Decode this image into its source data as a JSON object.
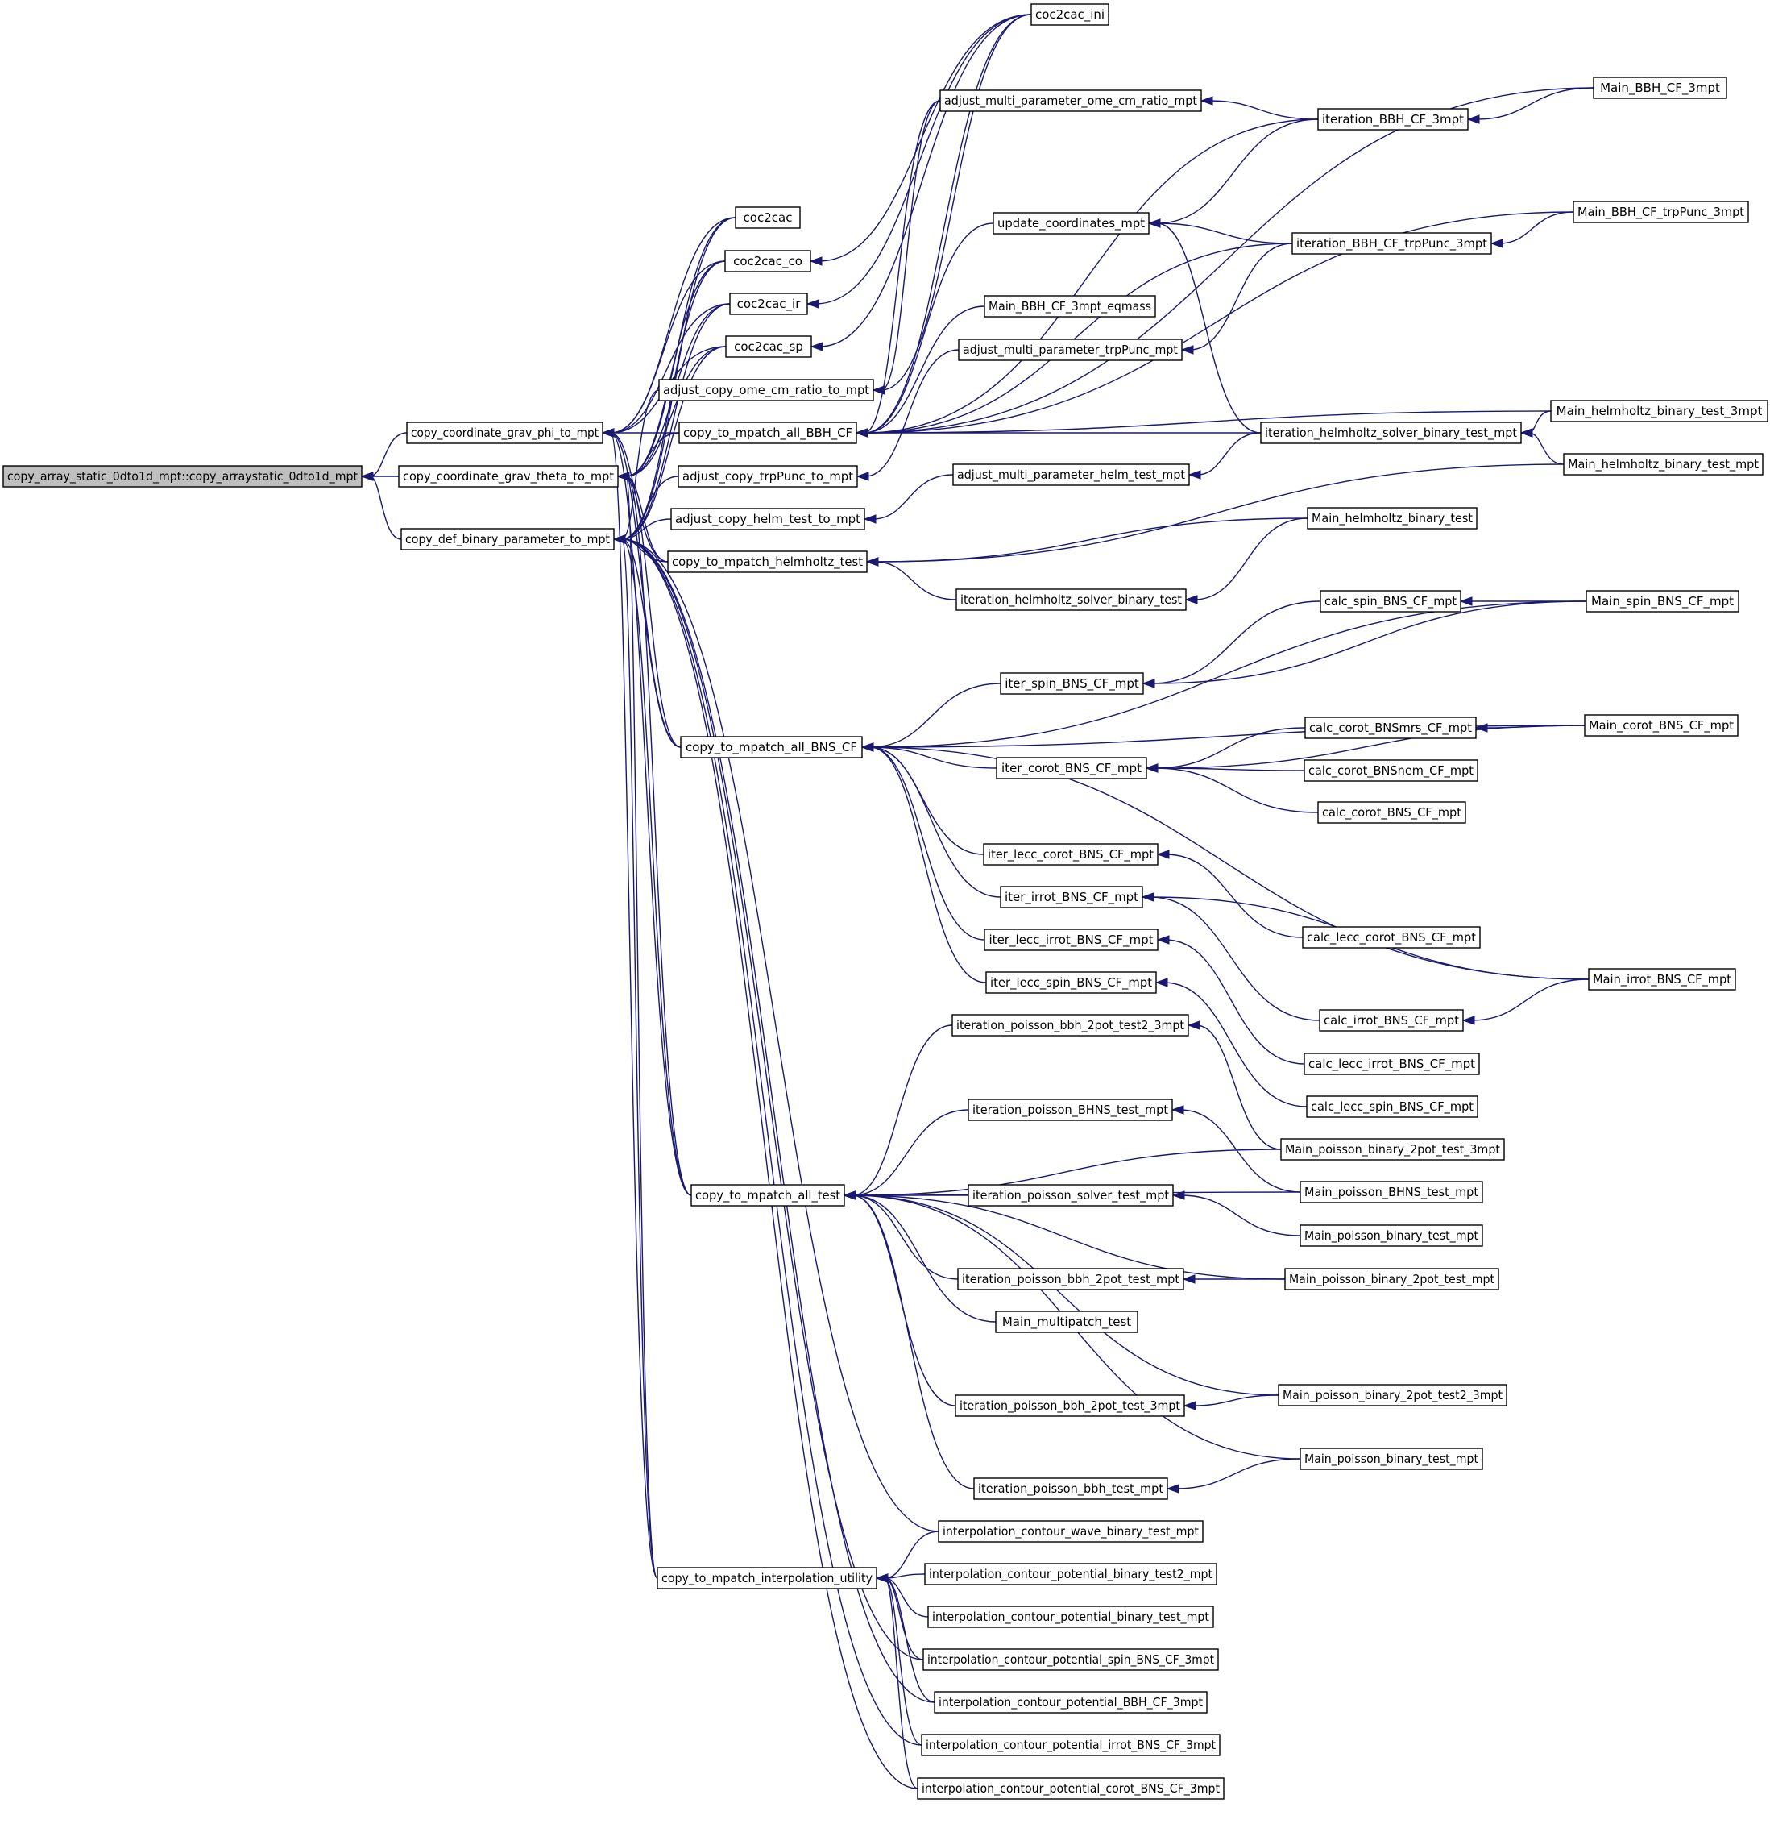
{
  "diagram": {
    "type": "call-graph",
    "edge_color": "#191970",
    "root_fill": "#bfbfbf",
    "nodes": [
      {
        "id": "root",
        "label": "copy_array_static_0dto1d_mpt::copy_arraystatic_0dto1d_mpt"
      },
      {
        "id": "phi",
        "label": "copy_coordinate_grav_phi_to_mpt"
      },
      {
        "id": "theta",
        "label": "copy_coordinate_grav_theta_to_mpt"
      },
      {
        "id": "defbp",
        "label": "copy_def_binary_parameter_to_mpt"
      },
      {
        "id": "coc2cac",
        "label": "coc2cac"
      },
      {
        "id": "coc2cac_co",
        "label": "coc2cac_co"
      },
      {
        "id": "coc2cac_ir",
        "label": "coc2cac_ir"
      },
      {
        "id": "coc2cac_sp",
        "label": "coc2cac_sp"
      },
      {
        "id": "adj_ome",
        "label": "adjust_copy_ome_cm_ratio_to_mpt"
      },
      {
        "id": "mpa_bbh",
        "label": "copy_to_mpatch_all_BBH_CF"
      },
      {
        "id": "adj_trp",
        "label": "adjust_copy_trpPunc_to_mpt"
      },
      {
        "id": "adj_helm",
        "label": "adjust_copy_helm_test_to_mpt"
      },
      {
        "id": "mp_helm",
        "label": "copy_to_mpatch_helmholtz_test"
      },
      {
        "id": "mpa_bns",
        "label": "copy_to_mpatch_all_BNS_CF"
      },
      {
        "id": "mpa_test",
        "label": "copy_to_mpatch_all_test"
      },
      {
        "id": "mp_interp",
        "label": "copy_to_mpatch_interpolation_utility"
      },
      {
        "id": "coc2cac_ini",
        "label": "coc2cac_ini"
      },
      {
        "id": "amp_ome",
        "label": "adjust_multi_parameter_ome_cm_ratio_mpt"
      },
      {
        "id": "upd_coord",
        "label": "update_coordinates_mpt"
      },
      {
        "id": "main_bbh_eq",
        "label": "Main_BBH_CF_3mpt_eqmass"
      },
      {
        "id": "amp_trp",
        "label": "adjust_multi_parameter_trpPunc_mpt"
      },
      {
        "id": "amp_helm",
        "label": "adjust_multi_parameter_helm_test_mpt"
      },
      {
        "id": "it_helm",
        "label": "iteration_helmholtz_solver_binary_test"
      },
      {
        "id": "iter_spin",
        "label": "iter_spin_BNS_CF_mpt"
      },
      {
        "id": "iter_corot",
        "label": "iter_corot_BNS_CF_mpt"
      },
      {
        "id": "iter_lecc_corot",
        "label": "iter_lecc_corot_BNS_CF_mpt"
      },
      {
        "id": "iter_irrot",
        "label": "iter_irrot_BNS_CF_mpt"
      },
      {
        "id": "iter_lecc_irrot",
        "label": "iter_lecc_irrot_BNS_CF_mpt"
      },
      {
        "id": "iter_lecc_spin",
        "label": "iter_lecc_spin_BNS_CF_mpt"
      },
      {
        "id": "it_p2pt2_3",
        "label": "iteration_poisson_bbh_2pot_test2_3mpt"
      },
      {
        "id": "it_pBHNS",
        "label": "iteration_poisson_BHNS_test_mpt"
      },
      {
        "id": "it_psolver",
        "label": "iteration_poisson_solver_test_mpt"
      },
      {
        "id": "it_p2pt",
        "label": "iteration_poisson_bbh_2pot_test_mpt"
      },
      {
        "id": "main_mp",
        "label": "Main_multipatch_test"
      },
      {
        "id": "it_p2pt_3",
        "label": "iteration_poisson_bbh_2pot_test_3mpt"
      },
      {
        "id": "it_pbbh",
        "label": "iteration_poisson_bbh_test_mpt"
      },
      {
        "id": "ic_wave",
        "label": "interpolation_contour_wave_binary_test_mpt"
      },
      {
        "id": "ic_pot2",
        "label": "interpolation_contour_potential_binary_test2_mpt"
      },
      {
        "id": "ic_pot",
        "label": "interpolation_contour_potential_binary_test_mpt"
      },
      {
        "id": "ic_spin",
        "label": "interpolation_contour_potential_spin_BNS_CF_3mpt"
      },
      {
        "id": "ic_bbh",
        "label": "interpolation_contour_potential_BBH_CF_3mpt"
      },
      {
        "id": "ic_irrot",
        "label": "interpolation_contour_potential_irrot_BNS_CF_3mpt"
      },
      {
        "id": "ic_corot",
        "label": "interpolation_contour_potential_corot_BNS_CF_3mpt"
      },
      {
        "id": "it_bbh3",
        "label": "iteration_BBH_CF_3mpt"
      },
      {
        "id": "it_bbh_trp",
        "label": "iteration_BBH_CF_trpPunc_3mpt"
      },
      {
        "id": "it_helm_mpt",
        "label": "iteration_helmholtz_solver_binary_test_mpt"
      },
      {
        "id": "main_helm",
        "label": "Main_helmholtz_binary_test"
      },
      {
        "id": "calc_spin",
        "label": "calc_spin_BNS_CF_mpt"
      },
      {
        "id": "calc_corot_mrs",
        "label": "calc_corot_BNSmrs_CF_mpt"
      },
      {
        "id": "calc_corot_nem",
        "label": "calc_corot_BNSnem_CF_mpt"
      },
      {
        "id": "calc_corot",
        "label": "calc_corot_BNS_CF_mpt"
      },
      {
        "id": "calc_lecc_corot",
        "label": "calc_lecc_corot_BNS_CF_mpt"
      },
      {
        "id": "calc_irrot",
        "label": "calc_irrot_BNS_CF_mpt"
      },
      {
        "id": "calc_lecc_irrot",
        "label": "calc_lecc_irrot_BNS_CF_mpt"
      },
      {
        "id": "calc_lecc_spin",
        "label": "calc_lecc_spin_BNS_CF_mpt"
      },
      {
        "id": "main_p2p2_3",
        "label": "Main_poisson_binary_2pot_test_3mpt"
      },
      {
        "id": "main_pBHNS",
        "label": "Main_poisson_BHNS_test_mpt"
      },
      {
        "id": "main_pbin",
        "label": "Main_poisson_binary_test_mpt"
      },
      {
        "id": "main_p2p",
        "label": "Main_poisson_binary_2pot_test_mpt"
      },
      {
        "id": "main_p2p2t2_3",
        "label": "Main_poisson_binary_2pot_test2_3mpt"
      },
      {
        "id": "main_pbin2",
        "label": "Main_poisson_binary_test_mpt"
      },
      {
        "id": "main_bbh3",
        "label": "Main_BBH_CF_3mpt"
      },
      {
        "id": "main_bbh_trp",
        "label": "Main_BBH_CF_trpPunc_3mpt"
      },
      {
        "id": "main_helm3",
        "label": "Main_helmholtz_binary_test_3mpt"
      },
      {
        "id": "main_helm_mpt",
        "label": "Main_helmholtz_binary_test_mpt"
      },
      {
        "id": "main_spin",
        "label": "Main_spin_BNS_CF_mpt"
      },
      {
        "id": "main_corot",
        "label": "Main_corot_BNS_CF_mpt"
      },
      {
        "id": "main_irrot",
        "label": "Main_irrot_BNS_CF_mpt"
      }
    ],
    "edges": [
      [
        "phi",
        "root"
      ],
      [
        "theta",
        "root"
      ],
      [
        "defbp",
        "root"
      ],
      [
        "coc2cac",
        "phi"
      ],
      [
        "coc2cac_co",
        "phi"
      ],
      [
        "coc2cac_ir",
        "phi"
      ],
      [
        "coc2cac_sp",
        "phi"
      ],
      [
        "mpa_bbh",
        "phi"
      ],
      [
        "mp_helm",
        "phi"
      ],
      [
        "mpa_bns",
        "phi"
      ],
      [
        "mpa_test",
        "phi"
      ],
      [
        "mp_interp",
        "phi"
      ],
      [
        "coc2cac",
        "theta"
      ],
      [
        "coc2cac_co",
        "theta"
      ],
      [
        "coc2cac_ir",
        "theta"
      ],
      [
        "coc2cac_sp",
        "theta"
      ],
      [
        "mpa_bbh",
        "theta"
      ],
      [
        "mp_helm",
        "theta"
      ],
      [
        "mpa_bns",
        "theta"
      ],
      [
        "mpa_test",
        "theta"
      ],
      [
        "mp_interp",
        "theta"
      ],
      [
        "coc2cac",
        "defbp"
      ],
      [
        "coc2cac_co",
        "defbp"
      ],
      [
        "coc2cac_ir",
        "defbp"
      ],
      [
        "coc2cac_sp",
        "defbp"
      ],
      [
        "adj_ome",
        "defbp"
      ],
      [
        "adj_trp",
        "defbp"
      ],
      [
        "adj_helm",
        "defbp"
      ],
      [
        "mp_helm",
        "defbp"
      ],
      [
        "mpa_bns",
        "defbp"
      ],
      [
        "mpa_test",
        "defbp"
      ],
      [
        "mp_interp",
        "defbp"
      ],
      [
        "ic_wave",
        "defbp"
      ],
      [
        "ic_spin",
        "defbp"
      ],
      [
        "ic_bbh",
        "defbp"
      ],
      [
        "ic_irrot",
        "defbp"
      ],
      [
        "ic_corot",
        "defbp"
      ],
      [
        "coc2cac_ini",
        "mpa_bbh"
      ],
      [
        "amp_ome",
        "mpa_bbh"
      ],
      [
        "it_bbh3",
        "mpa_bbh"
      ],
      [
        "upd_coord",
        "mpa_bbh"
      ],
      [
        "main_bbh_trp",
        "mpa_bbh"
      ],
      [
        "it_bbh_trp",
        "mpa_bbh"
      ],
      [
        "main_bbh_eq",
        "mpa_bbh"
      ],
      [
        "main_helm3",
        "mpa_bbh"
      ],
      [
        "it_helm_mpt",
        "mpa_bbh"
      ],
      [
        "main_bbh3",
        "mpa_bbh"
      ],
      [
        "coc2cac_ini",
        "coc2cac_co"
      ],
      [
        "coc2cac_ini",
        "coc2cac_ir"
      ],
      [
        "coc2cac_ini",
        "coc2cac_sp"
      ],
      [
        "coc2cac_ini",
        "adj_ome"
      ],
      [
        "amp_ome",
        "adj_ome"
      ],
      [
        "amp_trp",
        "adj_trp"
      ],
      [
        "amp_helm",
        "adj_helm"
      ],
      [
        "main_helm_mpt",
        "mp_helm"
      ],
      [
        "main_helm",
        "mp_helm"
      ],
      [
        "it_helm",
        "mp_helm"
      ],
      [
        "it_bbh3",
        "amp_ome"
      ],
      [
        "main_bbh3",
        "it_bbh3"
      ],
      [
        "it_bbh3",
        "upd_coord"
      ],
      [
        "it_bbh_trp",
        "upd_coord"
      ],
      [
        "it_helm_mpt",
        "upd_coord"
      ],
      [
        "it_bbh_trp",
        "amp_trp"
      ],
      [
        "main_bbh_trp",
        "it_bbh_trp"
      ],
      [
        "it_helm_mpt",
        "amp_helm"
      ],
      [
        "main_helm3",
        "it_helm_mpt"
      ],
      [
        "main_helm_mpt",
        "it_helm_mpt"
      ],
      [
        "main_helm",
        "it_helm"
      ],
      [
        "main_spin",
        "mpa_bns"
      ],
      [
        "iter_spin",
        "mpa_bns"
      ],
      [
        "main_corot",
        "mpa_bns"
      ],
      [
        "iter_corot",
        "mpa_bns"
      ],
      [
        "main_irrot",
        "mpa_bns"
      ],
      [
        "iter_lecc_corot",
        "mpa_bns"
      ],
      [
        "iter_irrot",
        "mpa_bns"
      ],
      [
        "iter_lecc_irrot",
        "mpa_bns"
      ],
      [
        "iter_lecc_spin",
        "mpa_bns"
      ],
      [
        "calc_spin",
        "iter_spin"
      ],
      [
        "main_spin",
        "iter_spin"
      ],
      [
        "main_spin",
        "calc_spin"
      ],
      [
        "calc_corot_mrs",
        "iter_corot"
      ],
      [
        "calc_corot_nem",
        "iter_corot"
      ],
      [
        "calc_corot",
        "iter_corot"
      ],
      [
        "main_corot",
        "iter_corot"
      ],
      [
        "main_corot",
        "calc_corot_mrs"
      ],
      [
        "calc_lecc_corot",
        "iter_lecc_corot"
      ],
      [
        "calc_irrot",
        "iter_irrot"
      ],
      [
        "main_irrot",
        "iter_irrot"
      ],
      [
        "main_irrot",
        "calc_irrot"
      ],
      [
        "calc_lecc_irrot",
        "iter_lecc_irrot"
      ],
      [
        "calc_lecc_spin",
        "iter_lecc_spin"
      ],
      [
        "it_p2pt2_3",
        "mpa_test"
      ],
      [
        "main_p2p2_3",
        "mpa_test"
      ],
      [
        "it_pBHNS",
        "mpa_test"
      ],
      [
        "main_pBHNS",
        "mpa_test"
      ],
      [
        "it_psolver",
        "mpa_test"
      ],
      [
        "main_p2p",
        "mpa_test"
      ],
      [
        "it_p2pt",
        "mpa_test"
      ],
      [
        "main_mp",
        "mpa_test"
      ],
      [
        "main_p2p2t2_3",
        "mpa_test"
      ],
      [
        "it_p2pt_3",
        "mpa_test"
      ],
      [
        "main_pbin2",
        "mpa_test"
      ],
      [
        "it_pbbh",
        "mpa_test"
      ],
      [
        "main_p2p2_3",
        "it_p2pt2_3"
      ],
      [
        "main_pBHNS",
        "it_pBHNS"
      ],
      [
        "main_pbin",
        "it_psolver"
      ],
      [
        "main_p2p",
        "it_p2pt"
      ],
      [
        "main_p2p2t2_3",
        "it_p2pt_3"
      ],
      [
        "main_pbin2",
        "it_pbbh"
      ],
      [
        "ic_wave",
        "mp_interp"
      ],
      [
        "ic_pot2",
        "mp_interp"
      ],
      [
        "ic_pot",
        "mp_interp"
      ],
      [
        "ic_spin",
        "mp_interp"
      ],
      [
        "ic_bbh",
        "mp_interp"
      ],
      [
        "ic_irrot",
        "mp_interp"
      ],
      [
        "ic_corot",
        "mp_interp"
      ]
    ]
  }
}
